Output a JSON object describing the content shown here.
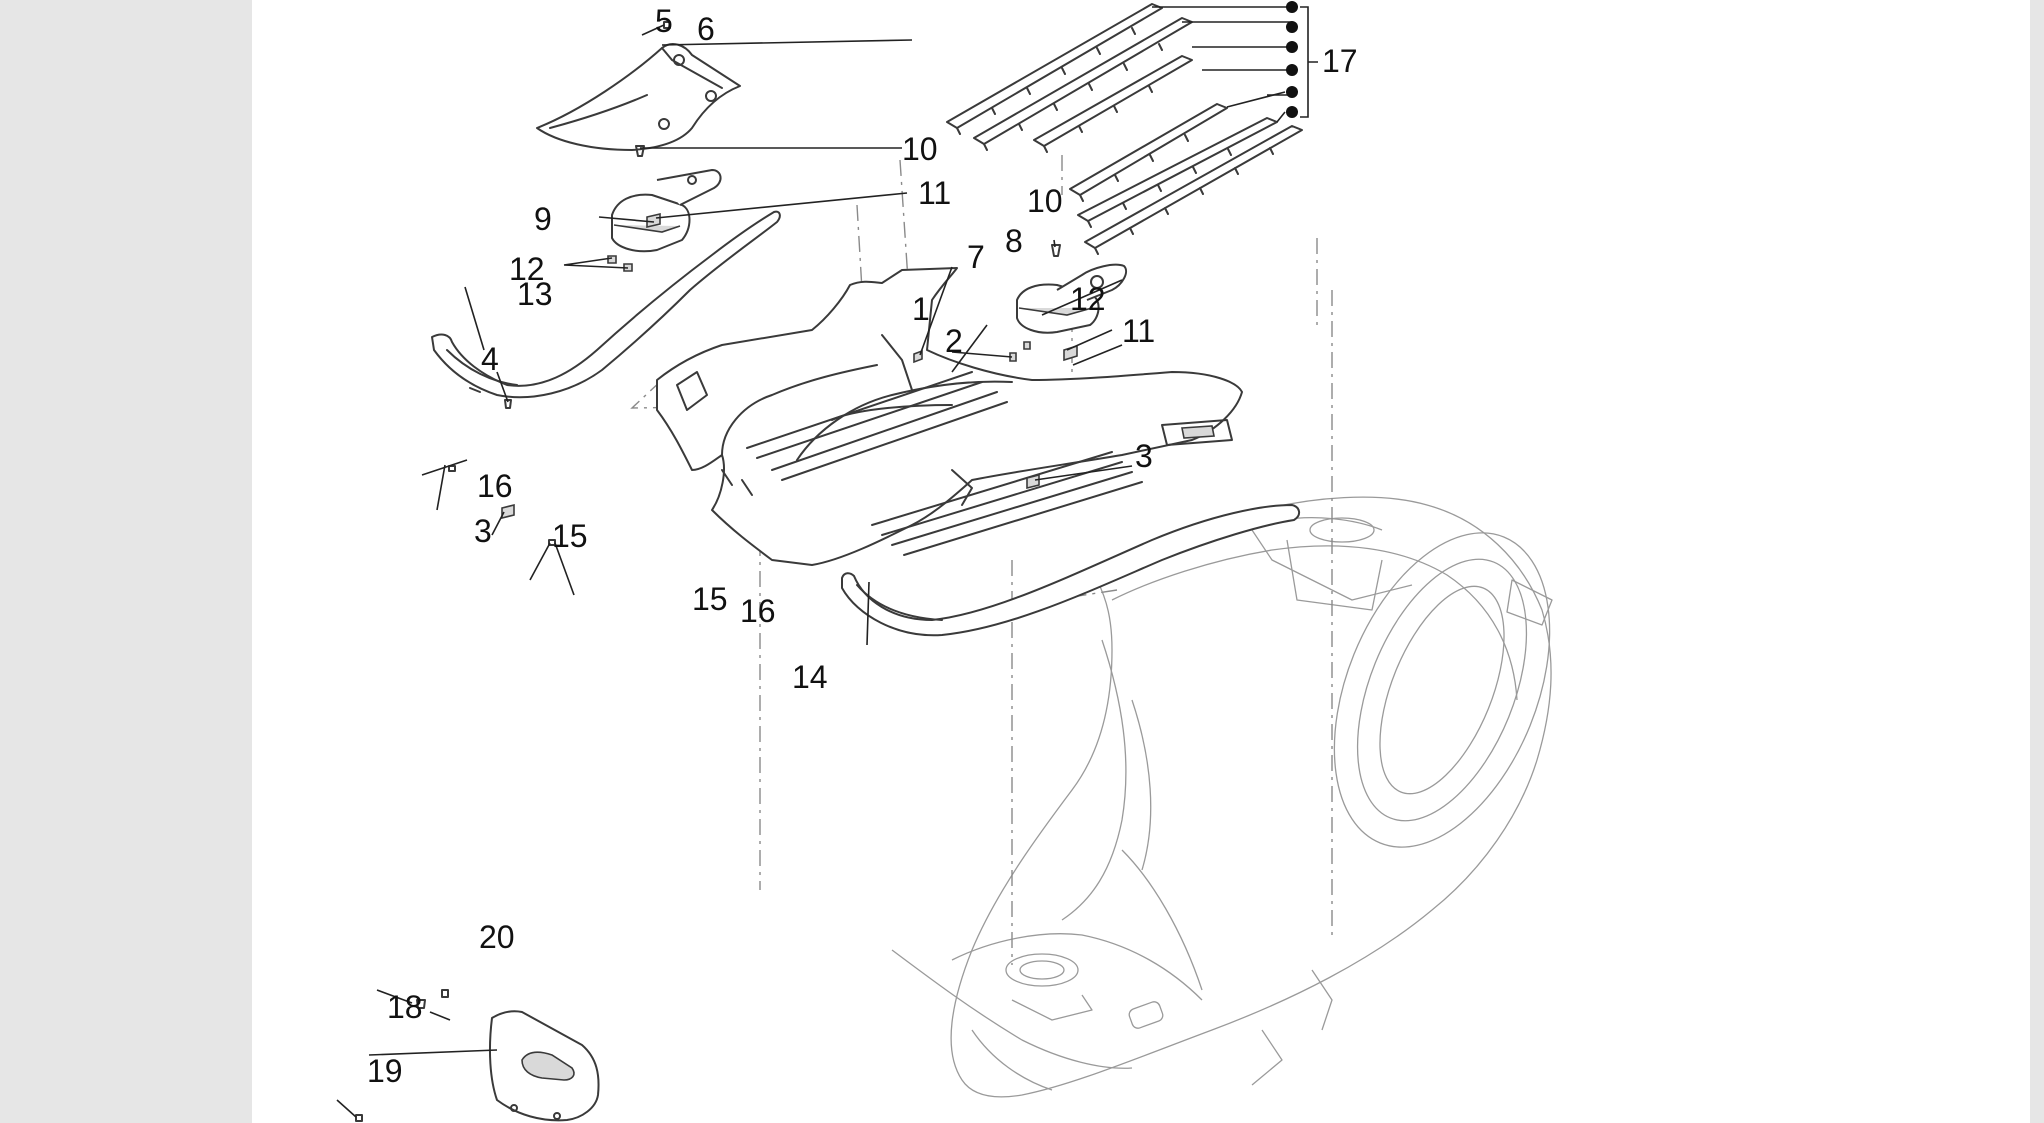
{
  "diagram": {
    "callouts": [
      {
        "id": "c1",
        "text": "1"
      },
      {
        "id": "c2",
        "text": "2"
      },
      {
        "id": "c3a",
        "text": "3"
      },
      {
        "id": "c3b",
        "text": "3"
      },
      {
        "id": "c4",
        "text": "4"
      },
      {
        "id": "c5",
        "text": "5"
      },
      {
        "id": "c6",
        "text": "6"
      },
      {
        "id": "c7",
        "text": "7"
      },
      {
        "id": "c8",
        "text": "8"
      },
      {
        "id": "c9",
        "text": "9"
      },
      {
        "id": "c10a",
        "text": "10"
      },
      {
        "id": "c10b",
        "text": "10"
      },
      {
        "id": "c11a",
        "text": "11"
      },
      {
        "id": "c11b",
        "text": "11"
      },
      {
        "id": "c12a",
        "text": "12"
      },
      {
        "id": "c12b",
        "text": "12"
      },
      {
        "id": "c13",
        "text": "13"
      },
      {
        "id": "c14",
        "text": "14"
      },
      {
        "id": "c15a",
        "text": "15"
      },
      {
        "id": "c15b",
        "text": "15"
      },
      {
        "id": "c16a",
        "text": "16"
      },
      {
        "id": "c16b",
        "text": "16"
      },
      {
        "id": "c17",
        "text": "17"
      },
      {
        "id": "c18",
        "text": "18"
      },
      {
        "id": "c19",
        "text": "19"
      },
      {
        "id": "c20",
        "text": "20"
      }
    ],
    "colors": {
      "background": "#ffffff",
      "side_bleed": "#e6e6e6",
      "line": "#3a3a3a",
      "thin_line": "#9a9a9a",
      "callout_text": "#111111"
    }
  }
}
